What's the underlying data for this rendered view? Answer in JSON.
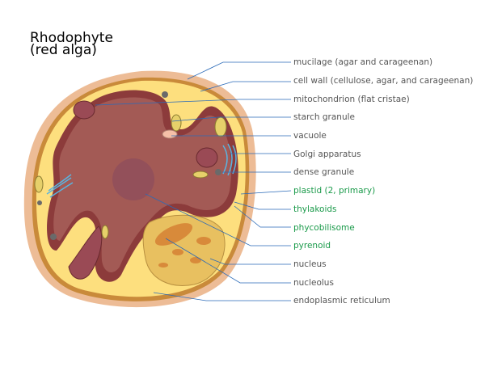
{
  "title": {
    "line1": "Rhodophyte",
    "line2": "(red alga)"
  },
  "labels": [
    {
      "text": "mucilage (agar and carageenan)",
      "color": "#555555"
    },
    {
      "text": "cell wall (cellulose, agar, and carageenan)",
      "color": "#555555"
    },
    {
      "text": "mitochondrion (flat cristae)",
      "color": "#555555"
    },
    {
      "text": "starch granule",
      "color": "#555555"
    },
    {
      "text": "vacuole",
      "color": "#555555"
    },
    {
      "text": "Golgi apparatus",
      "color": "#555555"
    },
    {
      "text": "dense granule",
      "color": "#555555"
    },
    {
      "text": "plastid (2, primary)",
      "color": "#1a9a4a"
    },
    {
      "text": "thylakoids",
      "color": "#1a9a4a"
    },
    {
      "text": "phycobilisome",
      "color": "#1a9a4a"
    },
    {
      "text": "pyrenoid",
      "color": "#1a9a4a"
    },
    {
      "text": "nucleus",
      "color": "#555555"
    },
    {
      "text": "nucleolus",
      "color": "#555555"
    },
    {
      "text": "endoplasmic reticulum",
      "color": "#555555"
    }
  ],
  "colors": {
    "leader": "#2a6ab8",
    "mucilage": "#e9ab7c",
    "cytoplasm": "#fddf7e",
    "plastid": "#8c3b3b",
    "nucleus": "#e8c060"
  }
}
